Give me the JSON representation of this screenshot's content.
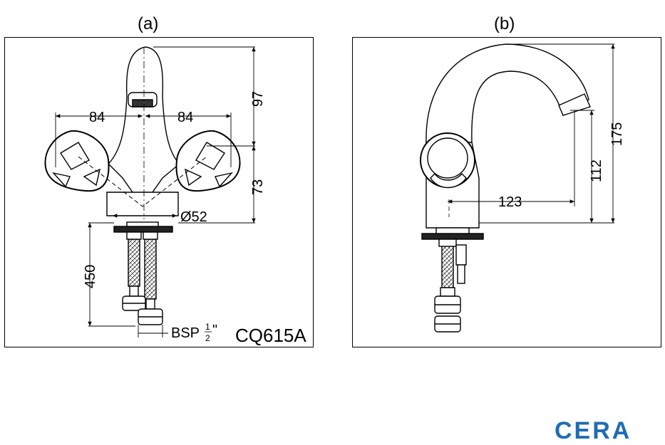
{
  "panels": {
    "a": {
      "label": "(a)",
      "dims": {
        "left": "84",
        "right": "84",
        "height_top": "97",
        "height_lower": "73",
        "diameter": "Ø52",
        "hose_length": "450"
      },
      "thread": {
        "prefix": "BSP",
        "num": "1",
        "den": "2",
        "suffix": "\""
      },
      "model": "CQ615A"
    },
    "b": {
      "label": "(b)",
      "dims": {
        "total_height": "175",
        "spout_height": "112",
        "reach": "123"
      }
    }
  },
  "brand": {
    "logo_text": "CERA",
    "color": "#1f6cb4"
  }
}
